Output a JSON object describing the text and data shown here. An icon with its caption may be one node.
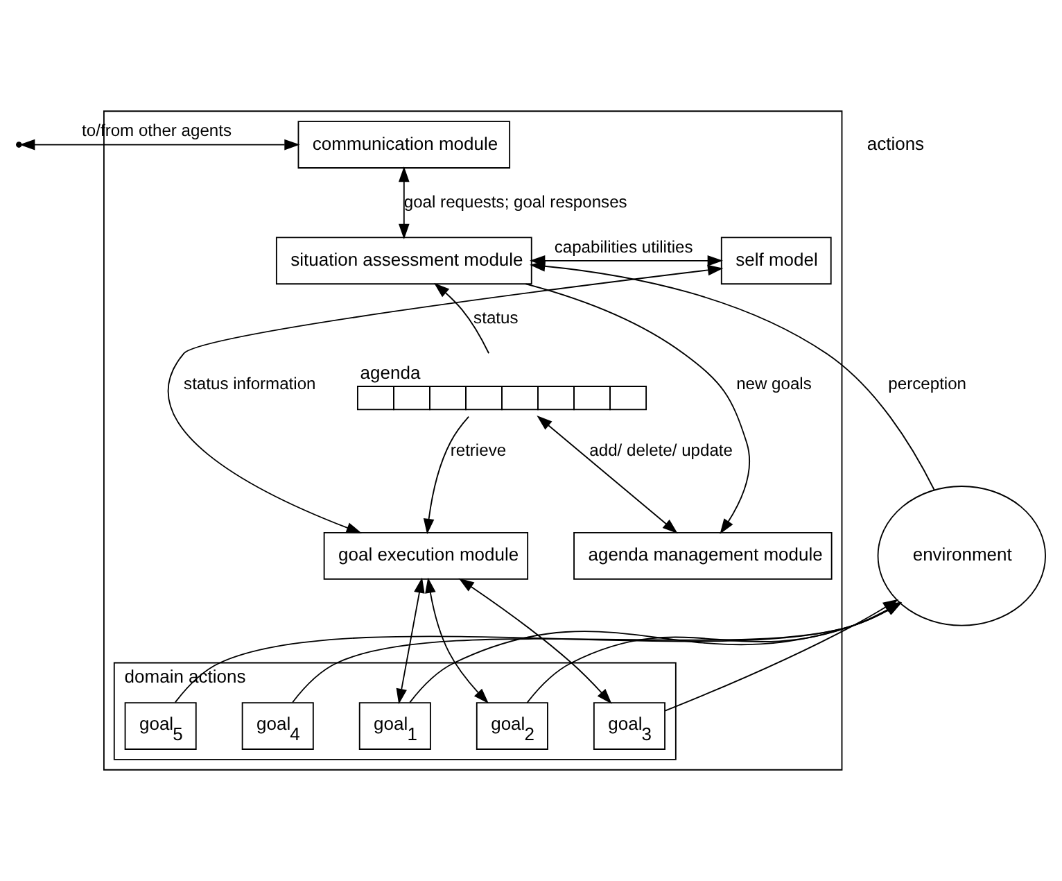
{
  "diagram": {
    "nodes": [
      {
        "text": [],
        "shape": "box"
      },
      {
        "text": [
          "communication module"
        ],
        "in": 0
      },
      {
        "text": [
          "situation assessment module"
        ],
        "in": 0
      },
      {
        "text": [
          "self model"
        ],
        "in": 0
      },
      {
        "text": [],
        "shape": "bar",
        "beside": [
          "agenda"
        ],
        "in": 0
      },
      {
        "text": [
          "agenda management module"
        ],
        "in": 0
      },
      {
        "text": [
          "goal execution module"
        ],
        "in": 0
      },
      {
        "text": [
          "domain actions"
        ],
        "in": 0
      },
      {
        "text": [
          "goal$_{1}$"
        ],
        "in": 7
      },
      {
        "text": [
          "goal$_{2}$"
        ],
        "in": 7
      },
      {
        "text": [
          "goal$_{3}$"
        ],
        "in": 7
      },
      {
        "text": [
          "goal$_{4}$"
        ],
        "in": 7
      },
      {
        "text": [
          "goal$_{5}$"
        ],
        "in": 7
      },
      {
        "text": [
          "environment"
        ]
      }
    ],
    "edges": [
      {
        "from": null,
        "to": 1,
        "arrow": "both",
        "label": "to/from other agents"
      },
      {
        "from": 1,
        "to": 2,
        "arrow": "both",
        "label": "goal requests; goal responses"
      },
      {
        "from": 13,
        "to": 2,
        "arrow": "to",
        "label": "perception"
      },
      {
        "from": 2,
        "to": 3,
        "arrow": "both",
        "label": "capabilities utilities"
      },
      {
        "from": 2,
        "to": 5,
        "arrow": "to",
        "label": "new goals"
      },
      {
        "from": 4,
        "to": 2,
        "arrow": "to",
        "label": "status"
      },
      {
        "from": 4,
        "to": 6,
        "arrow": "to",
        "label": "retrieve"
      },
      {
        "from": 4,
        "to": 5,
        "arrow": "both",
        "label": "add/ delete/ update"
      },
      {
        "from": 6,
        "to": 3,
        "arrow": "both",
        "label": "status information"
      },
      {
        "from": 6,
        "to": 8,
        "arrow": "both"
      },
      {
        "from": 6,
        "to": 9,
        "arrow": "both"
      },
      {
        "from": 6,
        "to": 10,
        "arrow": "both"
      },
      {
        "from": 8,
        "to": 13,
        "arrow": "to"
      },
      {
        "from": 9,
        "to": 13,
        "arrow": "to"
      },
      {
        "from": 10,
        "to": 13,
        "arrow": "to"
      },
      {
        "from": 11,
        "to": 13,
        "arrow": "to"
      },
      {
        "from": 12,
        "to": 13,
        "arrow": "to"
      }
    ],
    "labels": [
      "actions"
    ]
  }
}
